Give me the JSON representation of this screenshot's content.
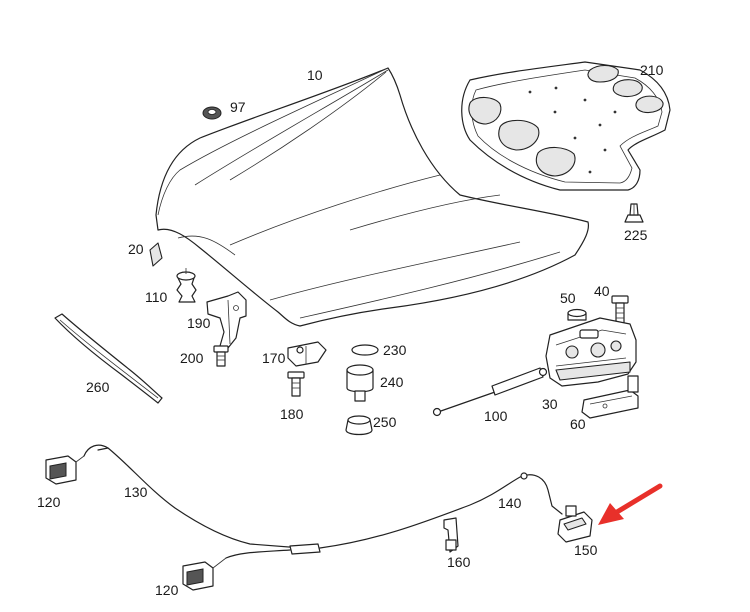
{
  "diagram": {
    "accent_color": "#e8302a",
    "parts": [
      {
        "id": "10",
        "name": "hood-panel"
      },
      {
        "id": "97",
        "name": "grommet"
      },
      {
        "id": "210",
        "name": "hood-insulation-mat"
      },
      {
        "id": "225",
        "name": "clip"
      },
      {
        "id": "20",
        "name": "bumper-stop"
      },
      {
        "id": "110",
        "name": "rubber-buffer"
      },
      {
        "id": "190",
        "name": "hinge-bracket"
      },
      {
        "id": "200",
        "name": "bolt"
      },
      {
        "id": "260",
        "name": "seal-strip"
      },
      {
        "id": "170",
        "name": "lock-striker"
      },
      {
        "id": "180",
        "name": "screw"
      },
      {
        "id": "230",
        "name": "ring"
      },
      {
        "id": "240",
        "name": "buffer"
      },
      {
        "id": "250",
        "name": "nut"
      },
      {
        "id": "50",
        "name": "nut"
      },
      {
        "id": "40",
        "name": "bolt"
      },
      {
        "id": "100",
        "name": "gas-strut"
      },
      {
        "id": "30",
        "name": "hood-lock"
      },
      {
        "id": "60",
        "name": "lock-support"
      },
      {
        "id": "120",
        "name": "release-handle"
      },
      {
        "id": "130",
        "name": "release-cable"
      },
      {
        "id": "140",
        "name": "release-cable"
      },
      {
        "id": "160",
        "name": "cable-clip"
      },
      {
        "id": "150",
        "name": "cable-connector"
      }
    ]
  }
}
